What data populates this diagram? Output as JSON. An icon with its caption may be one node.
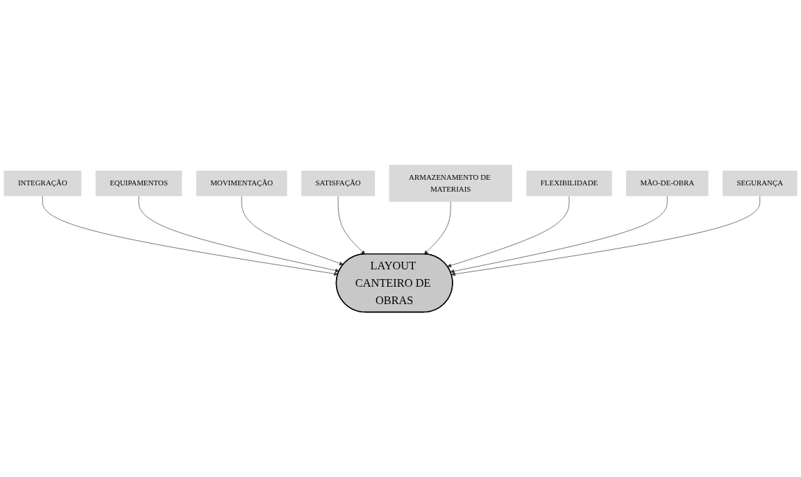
{
  "diagram": {
    "nodes": [
      {
        "text": [
          "LAYOUT CANTEIRO DE OBRAS"
        ]
      },
      {
        "text": [
          "INTEGRAÇÃO"
        ]
      },
      {
        "text": [
          "EQUIPAMENTOS"
        ]
      },
      {
        "text": [
          "MOVIMENTAÇÃO"
        ]
      },
      {
        "text": [
          "SATISFAÇÃO"
        ]
      },
      {
        "text": [
          "ARMAZENAMENTO DE MATERIAIS"
        ]
      },
      {
        "text": [
          "FLEXIBILIDADE"
        ]
      },
      {
        "text": [
          "MÃO-DE-OBRA"
        ]
      },
      {
        "text": [
          "SEGURANÇA"
        ]
      }
    ],
    "edges": [
      {
        "from": 1,
        "to": 0,
        "arrow": "to"
      },
      {
        "from": 2,
        "to": 0,
        "arrow": "to"
      },
      {
        "from": 3,
        "to": 0,
        "arrow": "to"
      },
      {
        "from": 4,
        "to": 0,
        "arrow": "to"
      },
      {
        "from": 5,
        "to": 0,
        "arrow": "to"
      },
      {
        "from": 6,
        "to": 0,
        "arrow": "to"
      },
      {
        "from": 7,
        "to": 0,
        "arrow": "to"
      },
      {
        "from": 8,
        "to": 0,
        "arrow": "to"
      }
    ]
  }
}
